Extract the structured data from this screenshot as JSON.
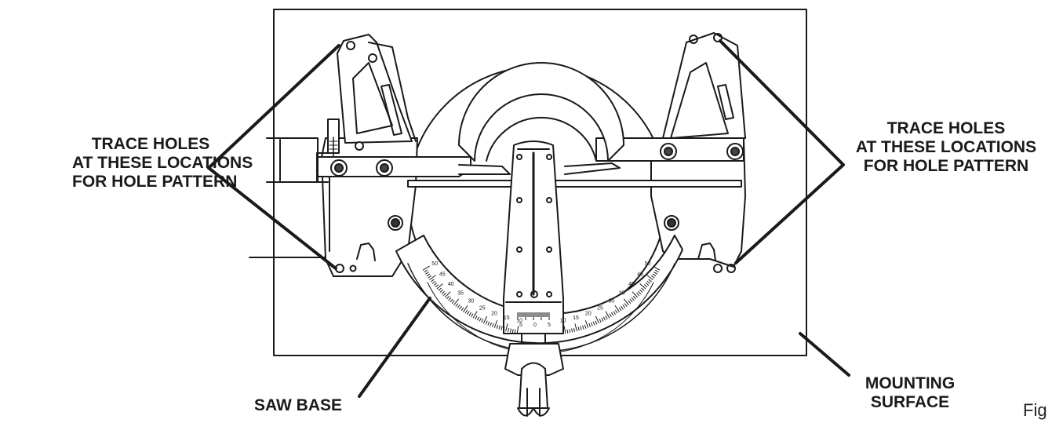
{
  "callouts": {
    "trace_holes_left": [
      "TRACE HOLES",
      "AT THESE LOCATIONS",
      "FOR HOLE PATTERN"
    ],
    "trace_holes_right": [
      "TRACE HOLES",
      "AT THESE LOCATIONS",
      "FOR HOLE PATTERN"
    ],
    "saw_base": "SAW BASE",
    "mounting_surface": [
      "MOUNTING",
      "SURFACE"
    ]
  },
  "figure_label": "Fig",
  "miter_scale": {
    "left_numbers": [
      "50",
      "45",
      "40",
      "35",
      "30",
      "25",
      "20",
      "15",
      "10"
    ],
    "right_numbers": [
      "10",
      "15",
      "20",
      "25",
      "30",
      "35",
      "40",
      "45",
      "50"
    ],
    "center_numbers": [
      "5",
      "0",
      "5"
    ]
  },
  "colors": {
    "line": "#1a1a1a",
    "background": "#ffffff",
    "gray": "#cfcfcf"
  }
}
